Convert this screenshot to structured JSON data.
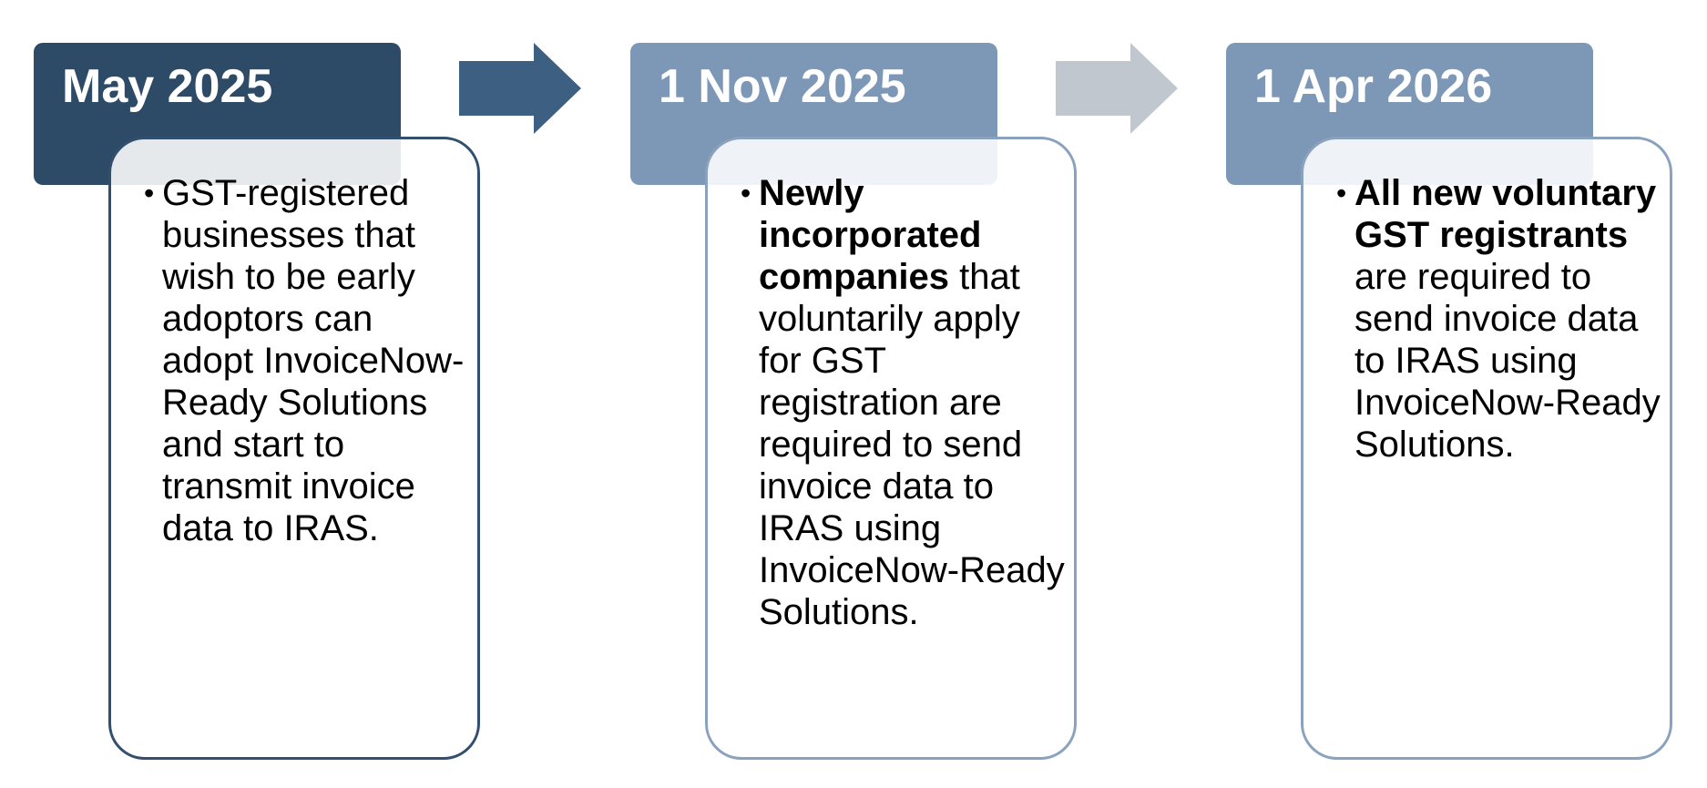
{
  "colors": {
    "dark_header": "#2d4a66",
    "light_header": "#7d97b6",
    "dark_border": "#324f6d",
    "light_border": "#8aa2bd",
    "arrow_active": "#3d5f82",
    "arrow_inactive": "#c1c7cf",
    "text": "#000000"
  },
  "phases": [
    {
      "date": "May 2025",
      "emphasis": "",
      "text": "GST-registered businesses that wish to be early adoptors can adopt InvoiceNow-Ready Solutions and start to transmit invoice data to IRAS."
    },
    {
      "date": "1 Nov 2025",
      "emphasis": "Newly incorporated companies",
      "text": " that voluntarily apply for GST registration are required to send invoice data to IRAS using InvoiceNow-Ready Solutions."
    },
    {
      "date": "1 Apr 2026",
      "emphasis": "All new voluntary GST registrants",
      "text": " are required to send invoice data to IRAS using InvoiceNow-Ready Solutions."
    }
  ],
  "arrows": [
    {
      "icon": "right-arrow-icon",
      "state": "active"
    },
    {
      "icon": "right-arrow-icon",
      "state": "inactive"
    }
  ],
  "bullet": "•"
}
